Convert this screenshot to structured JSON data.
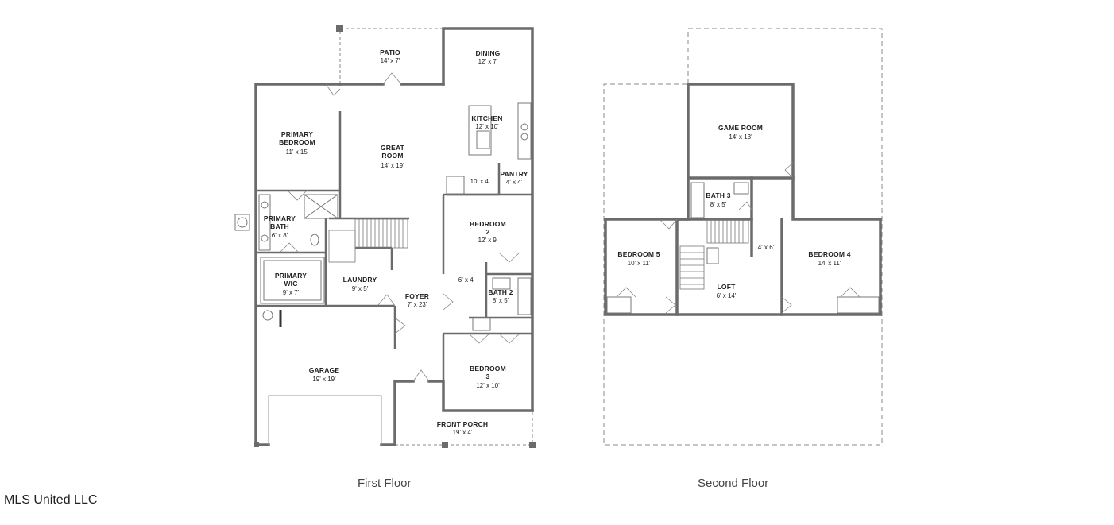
{
  "first_floor": {
    "label": "First Floor",
    "rooms": [
      {
        "name": "PATIO",
        "dims": "14' x 7'"
      },
      {
        "name": "DINING",
        "dims": "12' x 7'"
      },
      {
        "name": "KITCHEN",
        "dims": "12' x 10'"
      },
      {
        "name": "PRIMARY BEDROOM",
        "dims": "11' x 15'"
      },
      {
        "name": "GREAT ROOM",
        "dims": "14' x 19'"
      },
      {
        "name": "PANTRY",
        "dims": "4' x 4'"
      },
      {
        "name": "",
        "dims": "10' x 4'"
      },
      {
        "name": "PRIMARY BATH",
        "dims": "6' x 8'"
      },
      {
        "name": "BEDROOM 2",
        "dims": "12' x 9'"
      },
      {
        "name": "PRIMARY WIC",
        "dims": "9' x 7'"
      },
      {
        "name": "LAUNDRY",
        "dims": "9' x 5'"
      },
      {
        "name": "",
        "dims": "6' x 4'"
      },
      {
        "name": "BATH 2",
        "dims": "8' x 5'"
      },
      {
        "name": "FOYER",
        "dims": "7' x 23'"
      },
      {
        "name": "GARAGE",
        "dims": "19' x 19'"
      },
      {
        "name": "BEDROOM 3",
        "dims": "12' x 10'"
      },
      {
        "name": "FRONT PORCH",
        "dims": "19' x 4'"
      }
    ]
  },
  "second_floor": {
    "label": "Second Floor",
    "rooms": [
      {
        "name": "GAME ROOM",
        "dims": "14' x 13'"
      },
      {
        "name": "BATH 3",
        "dims": "8' x 5'"
      },
      {
        "name": "",
        "dims": "4' x 6'"
      },
      {
        "name": "BEDROOM 5",
        "dims": "10' x 11'"
      },
      {
        "name": "BEDROOM 4",
        "dims": "14' x 11'"
      },
      {
        "name": "LOFT",
        "dims": "6' x 14'"
      }
    ]
  },
  "watermark": "MLS United LLC"
}
